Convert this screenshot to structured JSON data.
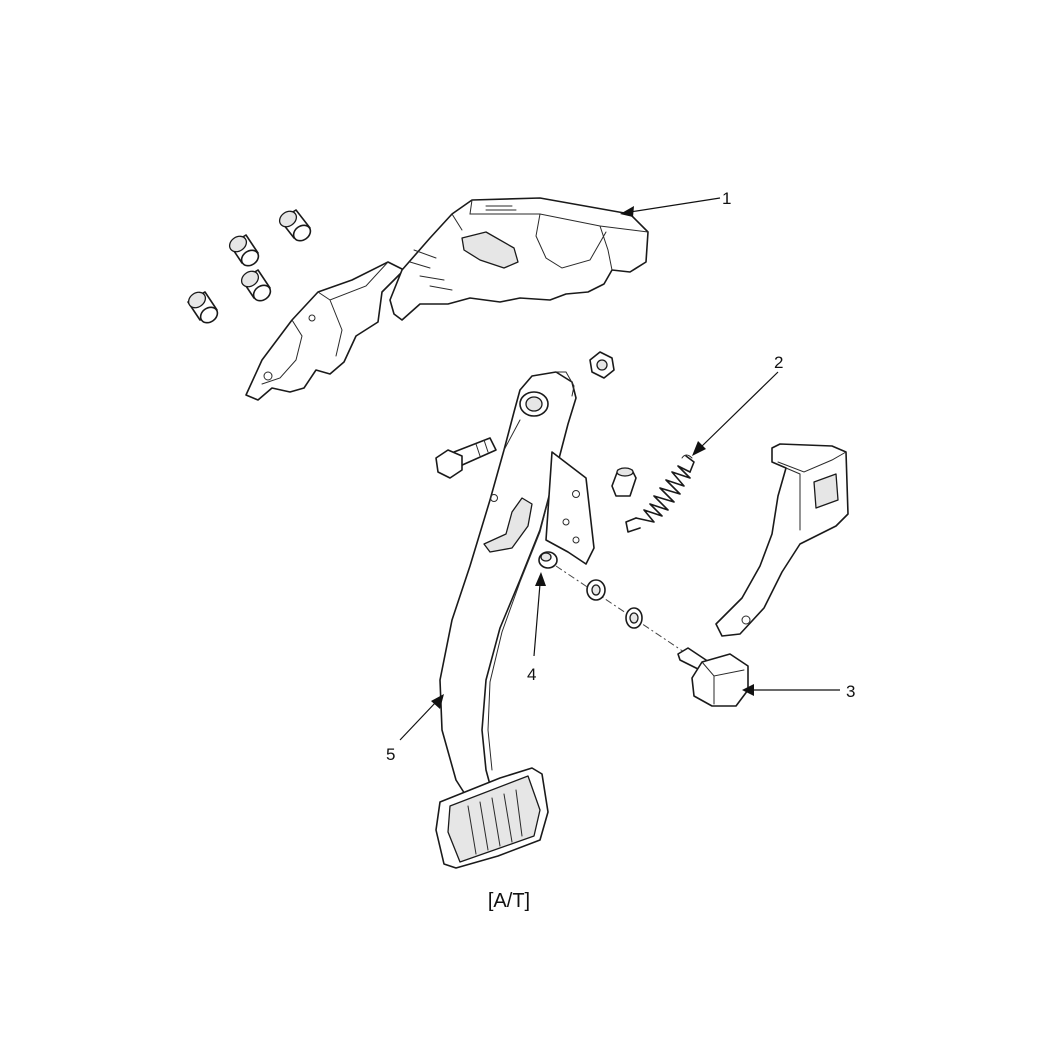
{
  "callouts": [
    {
      "id": "1",
      "label": "1"
    },
    {
      "id": "2",
      "label": "2"
    },
    {
      "id": "3",
      "label": "3"
    },
    {
      "id": "4",
      "label": "4"
    },
    {
      "id": "5",
      "label": "5"
    }
  ],
  "caption": "[A/T]"
}
